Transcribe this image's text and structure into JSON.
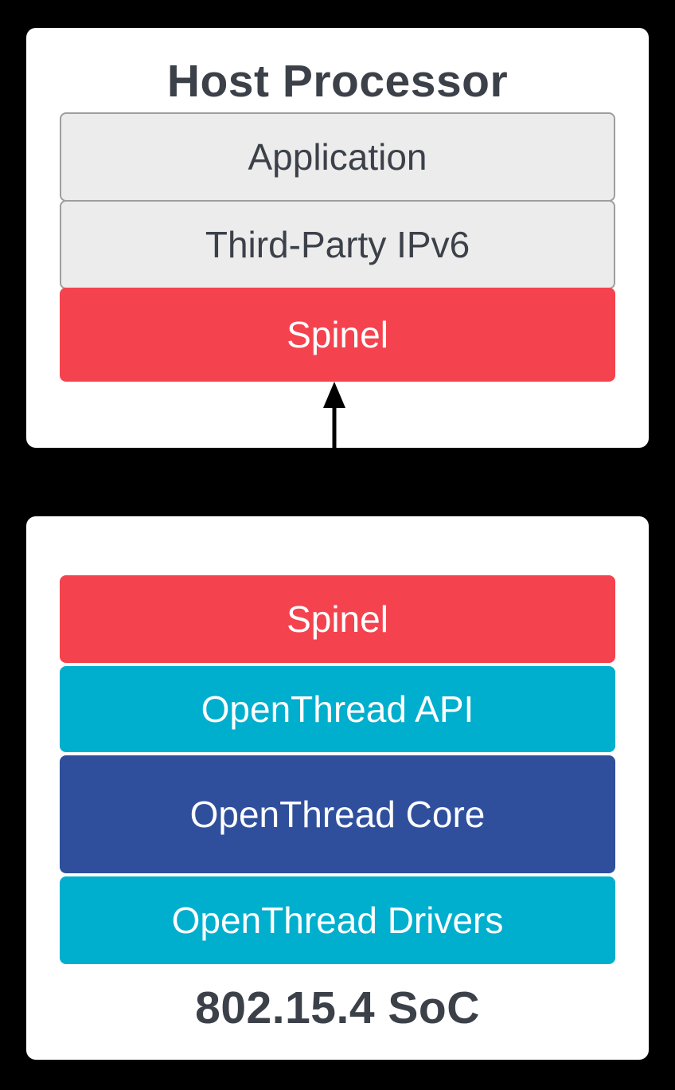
{
  "host_box": {
    "title": "Host Processor",
    "layers": [
      {
        "label": "Application",
        "type": "gray"
      },
      {
        "label": "Third-Party IPv6",
        "type": "gray"
      },
      {
        "label": "Spinel",
        "type": "red"
      }
    ]
  },
  "soc_box": {
    "title": "802.15.4 SoC",
    "layers": [
      {
        "label": "Spinel",
        "type": "red"
      },
      {
        "label": "OpenThread API",
        "type": "cyan"
      },
      {
        "label": "OpenThread Core",
        "type": "blue"
      },
      {
        "label": "OpenThread Drivers",
        "type": "cyan"
      }
    ]
  },
  "connector": {
    "type": "bidirectional-arrow",
    "from": "host_box.layers.Spinel",
    "to": "soc_box.layers.Spinel"
  },
  "colors": {
    "red": "#F4434E",
    "cyan": "#00AECD",
    "blue": "#2F4F9D",
    "gray": "#ECECEC",
    "gray_border": "#9E9E9E",
    "title_text": "#3C4149",
    "background": "#000000",
    "box_background": "#FFFFFF",
    "arrow": "#000000"
  }
}
